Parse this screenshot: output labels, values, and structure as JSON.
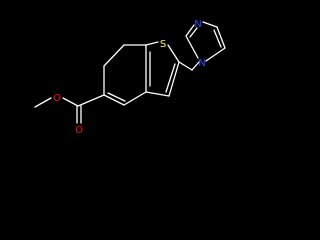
{
  "molecule": {
    "atoms": {
      "thiophene_sulfur": "S",
      "imidazole_n1": "N",
      "imidazole_n3": "N",
      "carbonyl_oxygen": "O",
      "ester_oxygen": "O"
    }
  },
  "colors": {
    "background": "#000000",
    "bond": "#ffffff",
    "carbon_text": "#ffffff",
    "nitrogen": "#3050f8",
    "oxygen": "#ff0d0d",
    "sulfur": "#ffff30"
  }
}
